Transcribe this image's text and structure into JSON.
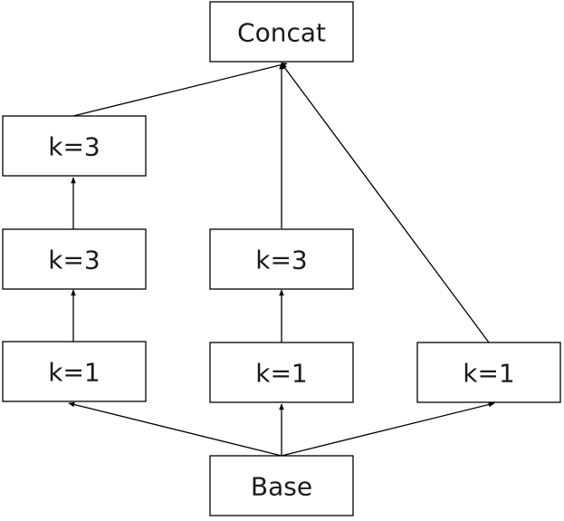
{
  "diagram": {
    "nodes": {
      "concat": "Concat",
      "left_top": "k=3",
      "left_mid": "k=3",
      "left_bottom": "k=1",
      "center_mid": "k=3",
      "center_bottom": "k=1",
      "right_bottom": "k=1",
      "base": "Base"
    },
    "edges": [
      [
        "base",
        "left_bottom"
      ],
      [
        "base",
        "center_bottom"
      ],
      [
        "base",
        "right_bottom"
      ],
      [
        "left_bottom",
        "left_mid"
      ],
      [
        "left_mid",
        "left_top"
      ],
      [
        "center_bottom",
        "center_mid"
      ],
      [
        "left_top",
        "concat"
      ],
      [
        "center_mid",
        "concat"
      ],
      [
        "right_bottom",
        "concat"
      ]
    ],
    "colors": {
      "stroke": "#000000",
      "fill": "#ffffff",
      "text": "#1a1a1a"
    }
  }
}
